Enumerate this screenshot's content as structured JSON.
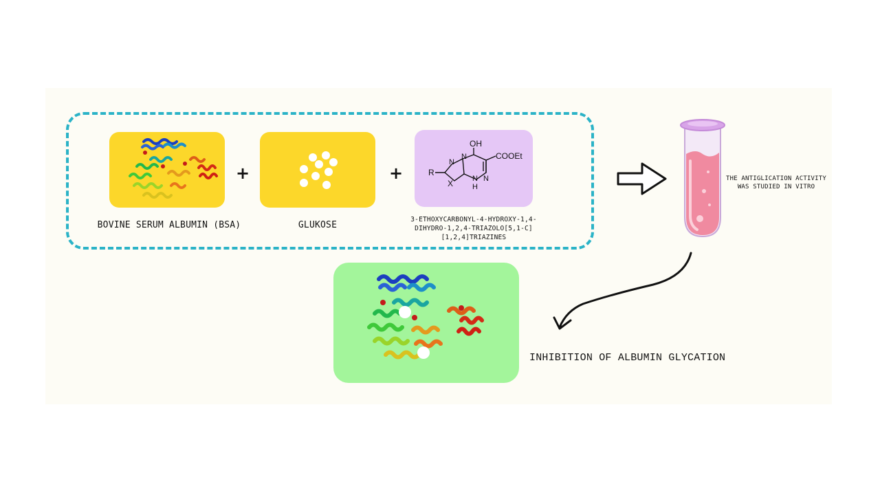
{
  "components": {
    "bsa_label": "BOVINE SERUM ALBUMIN (BSA)",
    "glucose_label": "GLUKOSE",
    "triazine_label_line1": "3-ETHOXYCARBONYL-4-HYDROXY-1,4-",
    "triazine_label_line2": "DIHYDRO-1,2,4-TRIAZOLO[5,1-C][1,2,4]TRIAZINES",
    "plus_sign": "+"
  },
  "structure": {
    "oh": "OH",
    "cooet": "COOEt",
    "r": "R",
    "x": "X",
    "n": "N",
    "nh": "H"
  },
  "activity_label_line1": "THE ANTIGLICATION ACTIVITY",
  "activity_label_line2": "WAS STUDIED IN VITRO",
  "result_label": "INHIBITION OF ALBUMIN GLYCATION",
  "colors": {
    "dashed_border": "#2bb3c7",
    "yellow_card": "#fcd72a",
    "purple_card": "#e5c7f6",
    "green_card": "#a3f59b",
    "tube_liquid": "#f08aa0"
  }
}
